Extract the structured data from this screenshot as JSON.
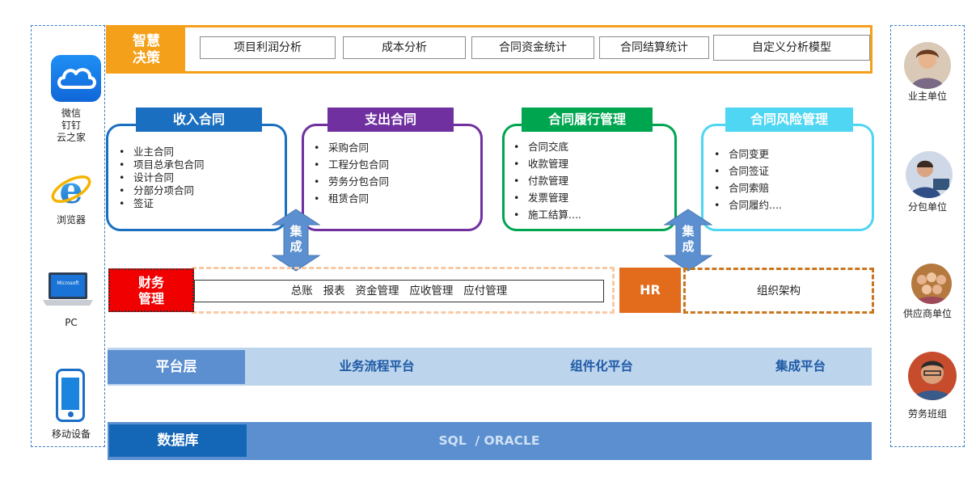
{
  "access": {
    "items": [
      {
        "icon": "cloud-icon",
        "lines": [
          "微信",
          "钉钉",
          "云之家"
        ]
      },
      {
        "icon": "ie-browser-icon",
        "lines": [
          "浏览器"
        ]
      },
      {
        "icon": "laptop-icon",
        "lines": [
          "PC"
        ],
        "logo_text": "Microsoft"
      },
      {
        "icon": "mobile-phone-icon",
        "lines": [
          "移动设备"
        ]
      }
    ]
  },
  "parties": {
    "items": [
      {
        "icon": "owner-avatar-icon",
        "label": "业主单位"
      },
      {
        "icon": "subcontractor-avatar-icon",
        "label": "分包单位"
      },
      {
        "icon": "supplier-avatar-icon",
        "label": "供应商单位"
      },
      {
        "icon": "labor-team-avatar-icon",
        "label": "劳务班组"
      }
    ]
  },
  "decision": {
    "badge_lines": [
      "智慧",
      "决策"
    ],
    "items": [
      "项目利润分析",
      "成本分析",
      "合同资金统计",
      "合同结算统计",
      "自定义分析模型"
    ]
  },
  "contracts": [
    {
      "title": "收入合同",
      "color": "#1a6fc0",
      "items": [
        "业主合同",
        "项目总承包合同",
        "设计合同",
        "分部分项合同",
        "签证"
      ]
    },
    {
      "title": "支出合同",
      "color": "#7030a0",
      "items": [
        "采购合同",
        "工程分包合同",
        "劳务分包合同",
        "租赁合同"
      ]
    },
    {
      "title": "合同履行管理",
      "color": "#00a550",
      "items": [
        "合同交底",
        "收款管理",
        "付款管理",
        "发票管理",
        "施工结算...."
      ]
    },
    {
      "title": "合同风险管理",
      "color": "#4ed6f2",
      "items": [
        "合同变更",
        "合同签证",
        "合同索赔",
        "合同履约...."
      ]
    }
  ],
  "integration": {
    "lines": [
      "集",
      "成"
    ]
  },
  "finance": {
    "badge_lines": [
      "财务",
      "管理"
    ],
    "items_text": "总账   报表   资金管理   应收管理   应付管理"
  },
  "hr": {
    "badge": "HR",
    "org_text": "组织架构"
  },
  "platform": {
    "badge": "平台层",
    "items": [
      "业务流程平台",
      "组件化平台",
      "集成平台"
    ]
  },
  "database": {
    "badge": "数据库",
    "text": "SQL  / ORACLE"
  },
  "colors": {
    "orange": "#f4a01a",
    "blue_dark": "#1466b6",
    "blue_mid": "#5b8fd0",
    "blue_light": "#bcd4ec",
    "red": "#f00000",
    "hr_orange": "#e36c1c"
  }
}
